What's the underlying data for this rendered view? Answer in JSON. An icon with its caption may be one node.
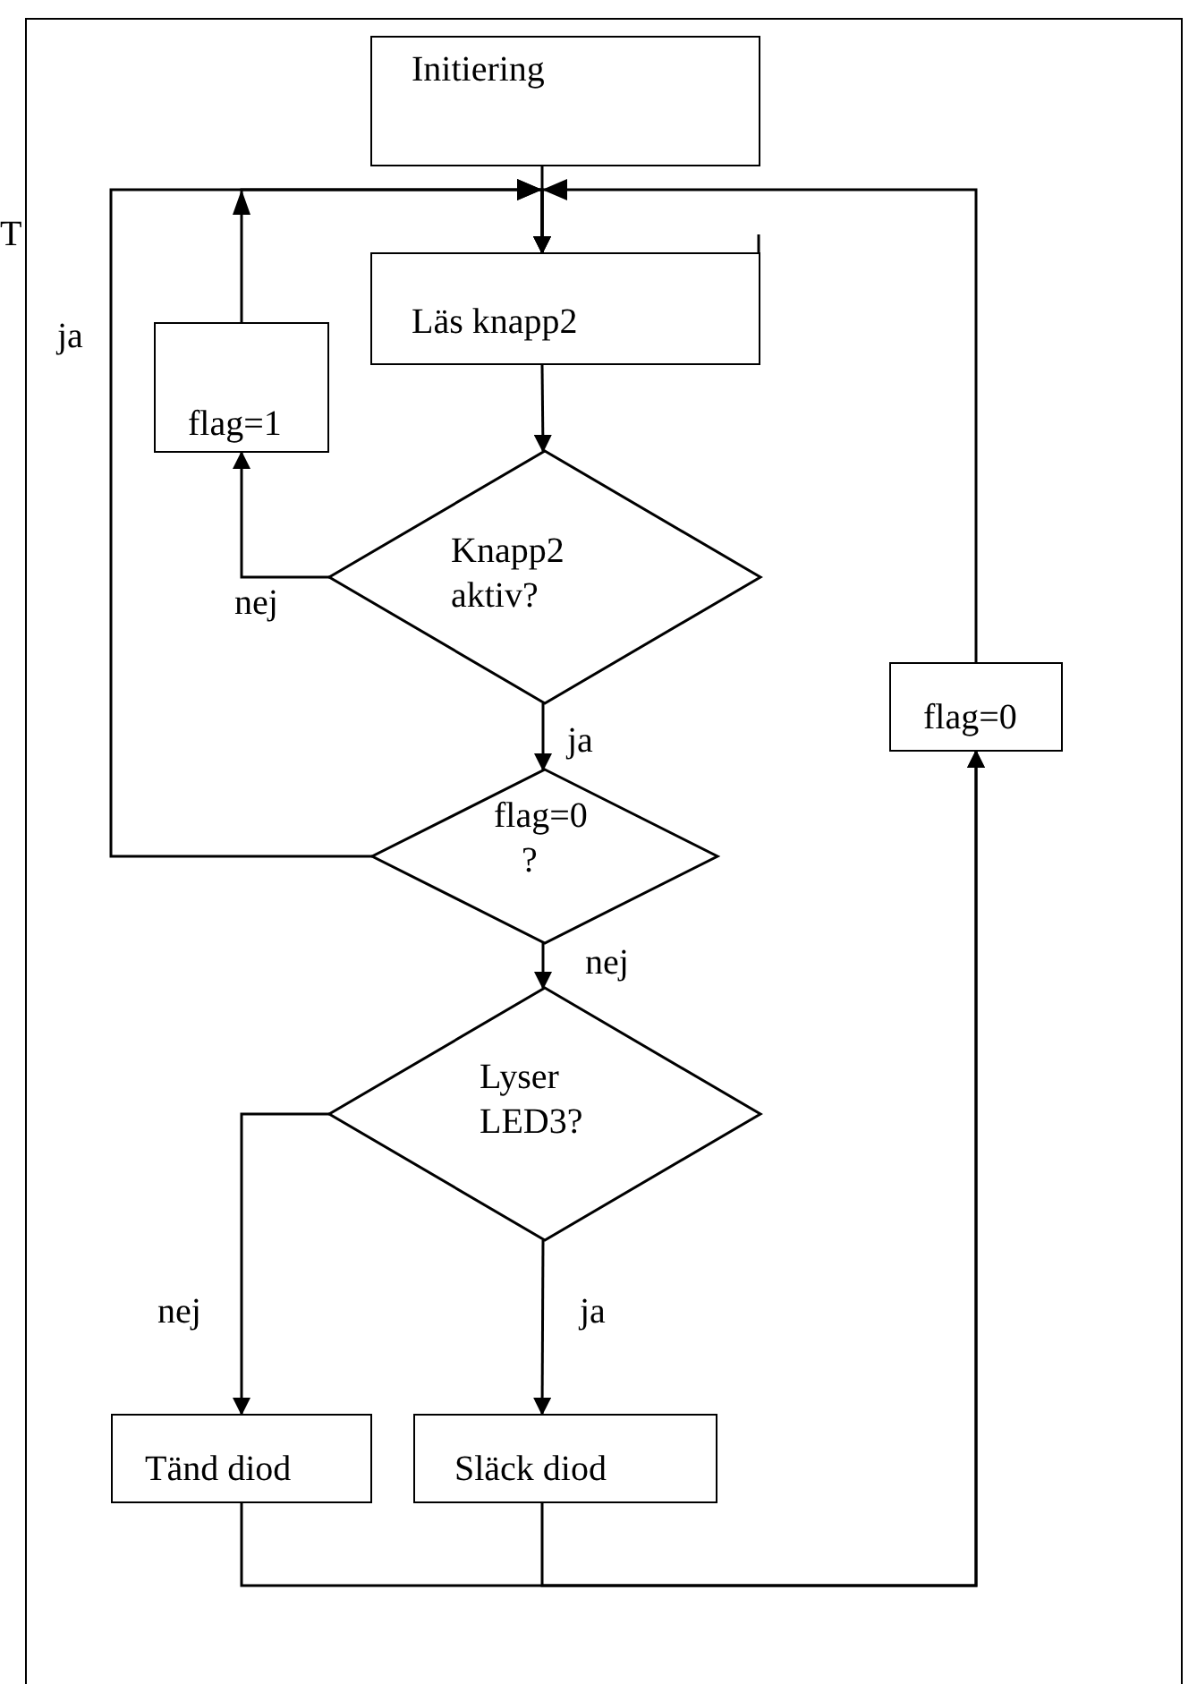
{
  "diagram": {
    "nodes": [
      {
        "text": [
          "Initiering"
        ]
      },
      {
        "text": [
          "Läs knapp2"
        ]
      },
      {
        "text": [
          "Knapp2 aktiv?"
        ]
      },
      {
        "text": [
          "flag=1"
        ]
      },
      {
        "text": [
          "flag=0 ?"
        ]
      },
      {
        "text": [
          "Lyser LED3?"
        ]
      },
      {
        "text": [
          "Tänd diod"
        ]
      },
      {
        "text": [
          "Släck diod"
        ]
      },
      {
        "text": [
          "flag=0"
        ]
      }
    ],
    "edges": [
      {
        "from": 0,
        "to": 1,
        "arrow": "to"
      },
      {
        "from": 1,
        "to": 2,
        "arrow": "to"
      },
      {
        "from": 2,
        "to": 3,
        "arrow": "to",
        "label": "nej"
      },
      {
        "from": 3,
        "to": 1,
        "arrow": "to"
      },
      {
        "from": 2,
        "to": 4,
        "arrow": "to",
        "label": "ja"
      },
      {
        "from": 4,
        "to": 1,
        "arrow": "to",
        "label": "ja"
      },
      {
        "from": 4,
        "to": 5,
        "arrow": "to",
        "label": "nej"
      },
      {
        "from": 5,
        "to": 6,
        "arrow": "to",
        "label": "nej"
      },
      {
        "from": 5,
        "to": 7,
        "arrow": "to",
        "label": "ja"
      },
      {
        "from": 6,
        "to": 8,
        "arrow": "to"
      },
      {
        "from": 7,
        "to": 8,
        "arrow": "to"
      },
      {
        "from": 8,
        "to": 1,
        "arrow": "to"
      }
    ],
    "labels": [
      "T"
    ]
  }
}
